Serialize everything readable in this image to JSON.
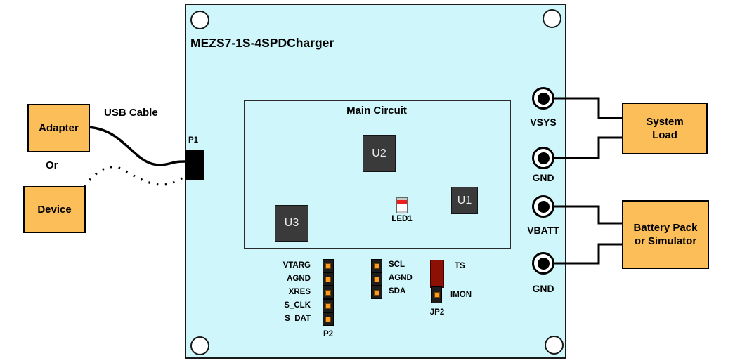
{
  "board": {
    "title": "MEZS7-1S-4SPDCharger",
    "main_circuit": {
      "label": "Main Circuit",
      "chips": [
        {
          "label": "U2"
        },
        {
          "label": "U1"
        },
        {
          "label": "U3"
        }
      ],
      "led": {
        "label": "LED1"
      }
    },
    "p1": {
      "label": "P1"
    },
    "p2": {
      "label": "P2",
      "pin_labels": [
        "VTARG",
        "AGND",
        "XRES",
        "S_CLK",
        "S_DAT"
      ]
    },
    "i2c_header": {
      "pin_labels": [
        "SCL",
        "AGND",
        "SDA"
      ]
    },
    "jp2": {
      "label": "JP2",
      "positions": [
        "TS",
        "IMON"
      ]
    },
    "terminals": [
      {
        "label": "VSYS"
      },
      {
        "label": "GND"
      },
      {
        "label": "VBATT"
      },
      {
        "label": "GND"
      }
    ]
  },
  "external": {
    "adapter": {
      "label": "Adapter"
    },
    "or_label": "Or",
    "device": {
      "label": "Device"
    },
    "usb_cable_label": "USB Cable",
    "system_load": {
      "line1": "System",
      "line2": "Load"
    },
    "battery": {
      "line1": "Battery Pack",
      "line2": "or Simulator"
    }
  },
  "colors": {
    "board_fill": "#CFF6FA",
    "external_box_fill": "#FBBE59",
    "jumper_maroon": "#8C1004",
    "pin_orange": "#FF9C20",
    "led_red": "#E8201E",
    "chip_fill": "#3A3A3A",
    "wire": "#000000"
  }
}
